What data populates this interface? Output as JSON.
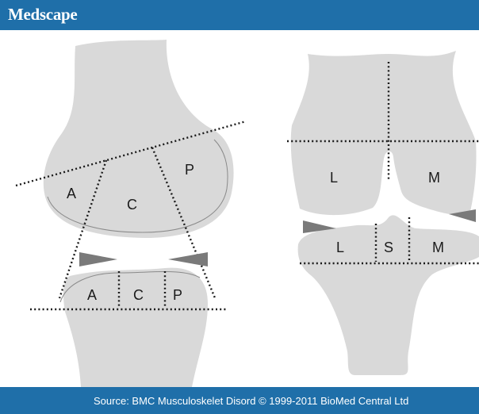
{
  "header": {
    "brand": "Medscape"
  },
  "footer": {
    "source": "Source: BMC Musculoskelet Disord © 1999-2011 BioMed Central Ltd"
  },
  "lateral_view": {
    "femur_regions": [
      "A",
      "C",
      "P"
    ],
    "tibia_regions": [
      "A",
      "C",
      "P"
    ]
  },
  "frontal_view": {
    "femur_regions": [
      "L",
      "M"
    ],
    "tibia_regions": [
      "L",
      "S",
      "M"
    ]
  },
  "colors": {
    "bar": "#1f6fa9",
    "bone": "#d9d9d9",
    "wedge": "#7a7a7a"
  }
}
